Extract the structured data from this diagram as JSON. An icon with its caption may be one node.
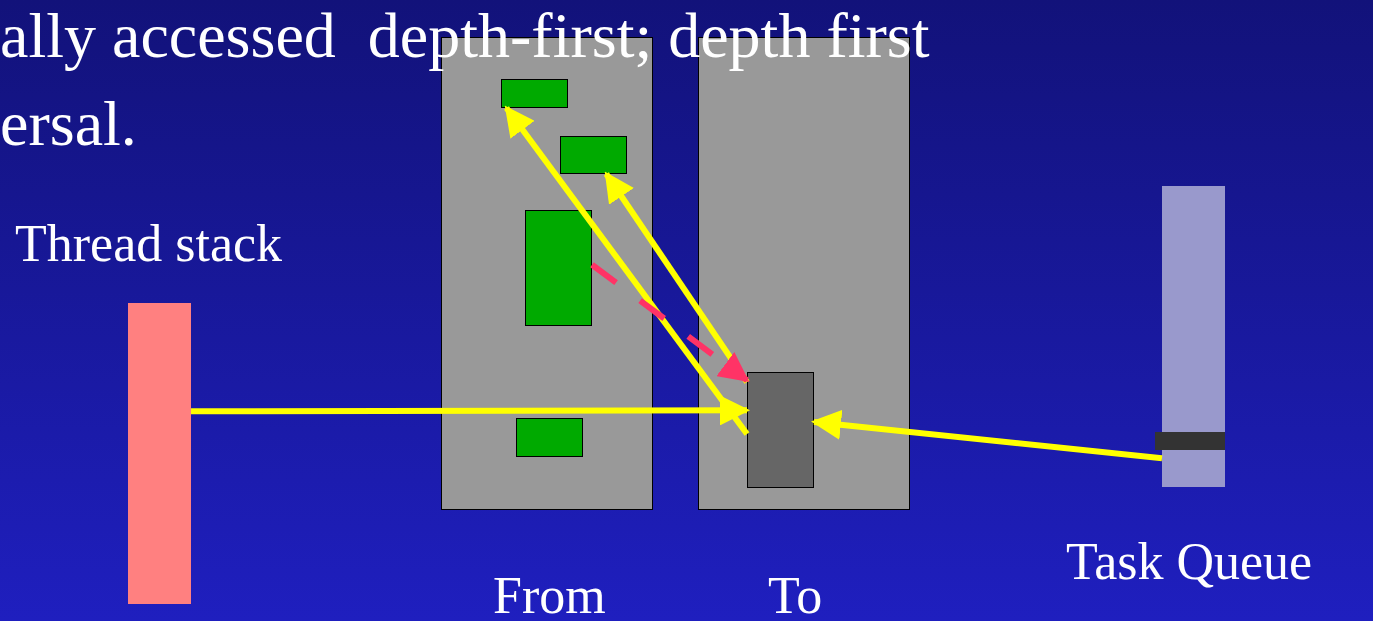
{
  "diagram": {
    "nodes": [
      {
        "text": [],
        "shape": "bar",
        "beside": [
          "Thread stack"
        ]
      },
      {
        "text": [],
        "shape": "box",
        "beside": [
          "From"
        ]
      },
      {
        "text": [],
        "shape": "box",
        "in": 1
      },
      {
        "text": [],
        "shape": "box",
        "in": 1
      },
      {
        "text": [],
        "shape": "box",
        "in": 1
      },
      {
        "text": [],
        "shape": "box",
        "in": 1
      },
      {
        "text": [],
        "shape": "box",
        "beside": [
          "To"
        ]
      },
      {
        "text": [],
        "shape": "box",
        "in": 6
      },
      {
        "text": [],
        "shape": "bar",
        "beside": [
          "Task Queue"
        ]
      }
    ],
    "edges": [
      {
        "from": 0,
        "to": 7,
        "arrow": "to"
      },
      {
        "from": 8,
        "to": 7,
        "arrow": "to"
      },
      {
        "from": 7,
        "to": 2,
        "arrow": "to"
      },
      {
        "from": 7,
        "to": 3,
        "arrow": "to"
      },
      {
        "from": 4,
        "to": 7,
        "arrow": "to",
        "style": "dashed",
        "color": "#ff3366"
      }
    ],
    "labels": [
      "ally accessed  depth-first; depth first",
      "ersal."
    ]
  }
}
